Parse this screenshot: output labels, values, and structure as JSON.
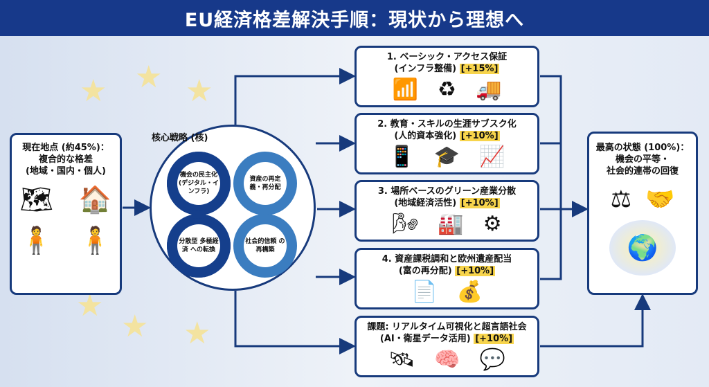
{
  "title": "EU経済格差解決手順：現状から理想へ",
  "current": {
    "line1": "現在地点 (約45%)：",
    "line2": "複合的な格差",
    "line3": "(地域・国内・個人)",
    "icons": [
      "eu-map-icon",
      "split-house-icon",
      "person-money-icon",
      "person-money-icon"
    ]
  },
  "core": {
    "title": "核心戦略 (核)",
    "gears": [
      "機会の民主化 (デジタル・インフラ)",
      "資産の再定義・再分配",
      "分散型 多極経済 への転換",
      "社会的信頼 の再構築"
    ]
  },
  "steps": [
    {
      "title": "1. ベーシック・アクセス保証",
      "sub": "(インフラ整備)",
      "tag": "[+15%]",
      "icons": [
        "📶",
        "♻",
        "🚚"
      ]
    },
    {
      "title": "2. 教育・スキルの生涯サブスク化",
      "sub": "(人的資本強化)",
      "tag": "[+10%]",
      "icons": [
        "📱",
        "🎓",
        "📈"
      ]
    },
    {
      "title": "3. 場所ベースのグリーン産業分散",
      "sub": "(地域経済活性)",
      "tag": "[+10%]",
      "icons": [
        "🌬",
        "🏭",
        "⚙"
      ]
    },
    {
      "title": "4. 資産課税調和と欧州遺産配当",
      "sub": "(富の再分配)",
      "tag": "[+10%]",
      "icons": [
        "📄",
        "💰"
      ]
    },
    {
      "title": "課題: リアルタイム可視化と超言語社会",
      "sub": "(AI・衛星データ活用)",
      "tag": "[+10%]",
      "icons": [
        "🛰",
        "🧠",
        "💬"
      ]
    }
  ],
  "goal": {
    "line1": "最高の状態 (100%)：",
    "line2": "機会の平等・",
    "line3": "社会的連帯の回復",
    "icons": [
      "⚖",
      "🤝",
      "🇪🇺"
    ]
  },
  "colors": {
    "primary": "#17398a",
    "accent": "#f7d44c"
  }
}
